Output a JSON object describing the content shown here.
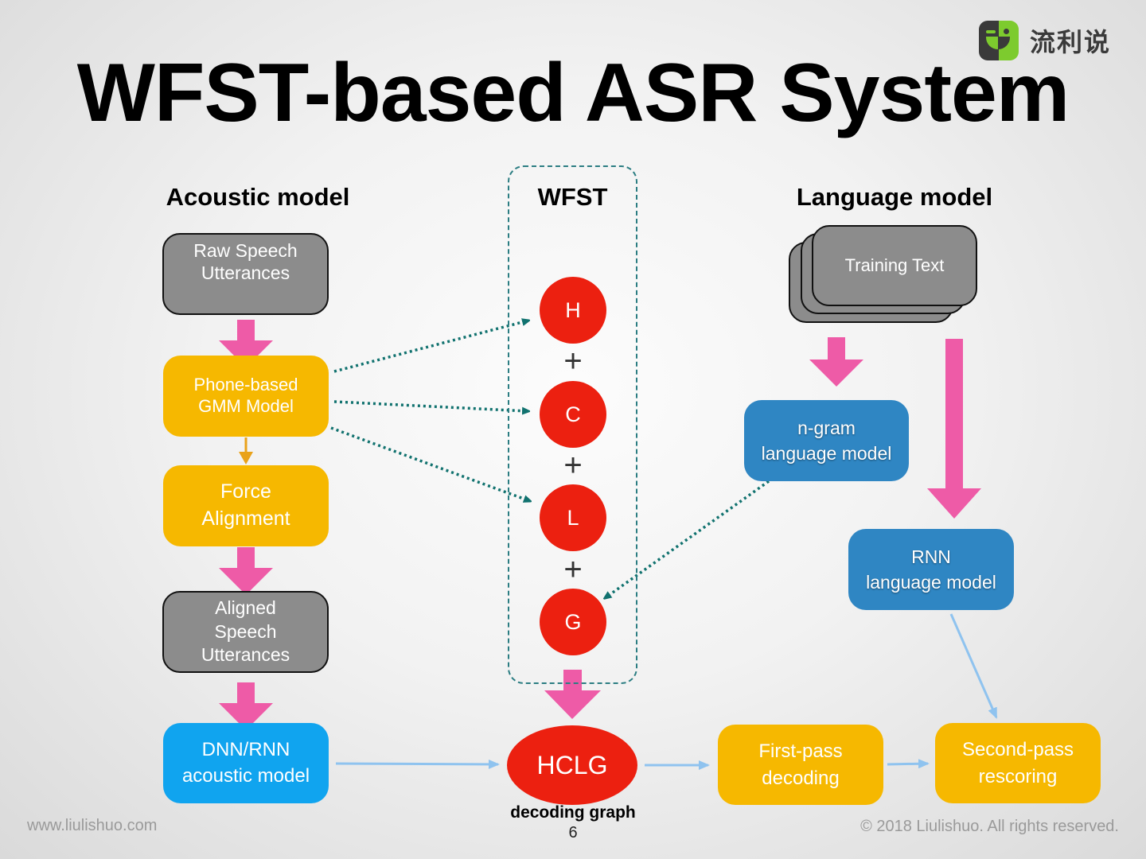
{
  "title": "WFST-based ASR System",
  "logo": {
    "text": "流利说",
    "icon": "liulishuo-logo-icon"
  },
  "columns": {
    "acoustic": "Acoustic model",
    "wfst": "WFST",
    "language": "Language model"
  },
  "acoustic_boxes": {
    "raw": "Raw Speech Utterances",
    "raw_lines": [
      "Raw Speech",
      "Utterances"
    ],
    "gmm_lines": [
      "Phone-based",
      "GMM Model"
    ],
    "force_lines": [
      "Force",
      "Alignment"
    ],
    "aligned_lines": [
      "Aligned",
      "Speech",
      "Utterances"
    ],
    "dnn_lines": [
      "DNN/RNN",
      "acoustic model"
    ]
  },
  "wfst_nodes": [
    "H",
    "C",
    "L",
    "G"
  ],
  "wfst_operator": "+",
  "hclg": {
    "label": "HCLG",
    "caption": "decoding graph"
  },
  "language_boxes": {
    "training": "Training Text",
    "ngram_lines": [
      "n-gram",
      "language model"
    ],
    "rnn_lines": [
      "RNN",
      "language model"
    ]
  },
  "decoding": {
    "first_lines": [
      "First-pass",
      "decoding"
    ],
    "second_lines": [
      "Second-pass",
      "rescoring"
    ]
  },
  "colors": {
    "pink_arrow": "#ee5ba7",
    "teal_dotted": "#11726f",
    "light_blue_arrow": "#8fc3ef",
    "orange_arrow": "#e9a21a",
    "red_node": "#ec2010"
  },
  "footer": {
    "left": "www.liulishuo.com",
    "right": "© 2018 Liulishuo. All rights reserved.",
    "page": "6"
  }
}
